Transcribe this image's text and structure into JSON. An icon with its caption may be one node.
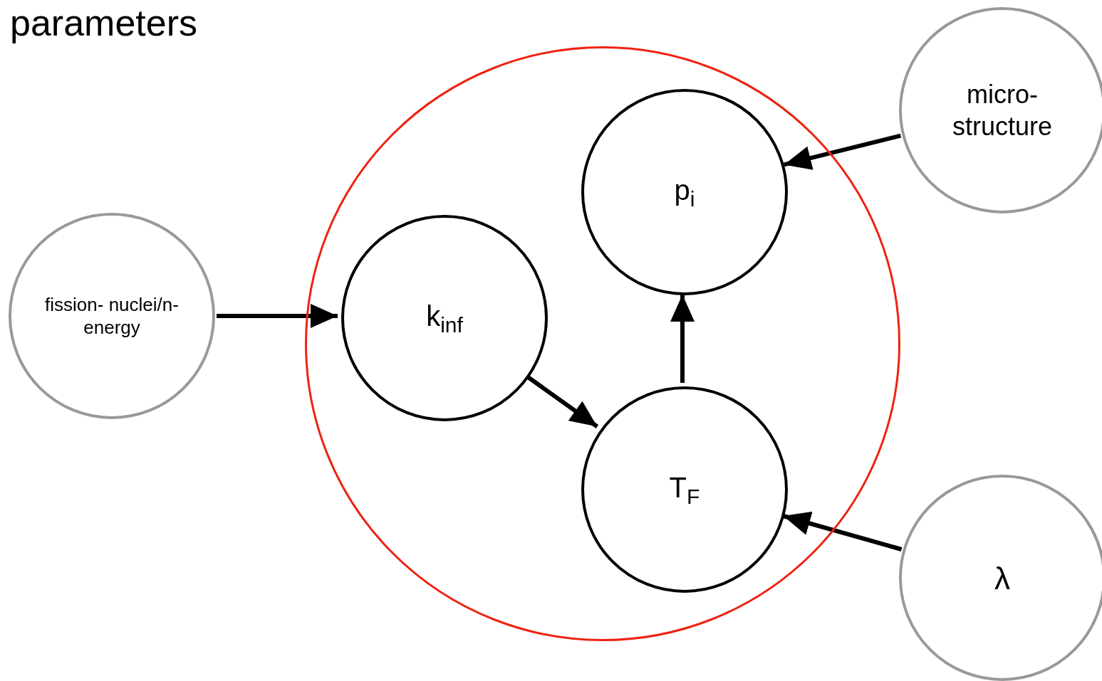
{
  "diagram": {
    "title": "parameters",
    "nodes": [
      {
        "text": [],
        "shape": "circle"
      },
      {
        "text": [
          "p$_{i}$"
        ],
        "in": 0
      },
      {
        "text": [
          "micro- structure"
        ]
      },
      {
        "text": [
          "fission- nuclei/n- energy"
        ]
      },
      {
        "text": [
          "k$_{inf}$"
        ],
        "in": 0
      },
      {
        "text": [
          "T$_{F}$"
        ],
        "in": 0
      },
      {
        "text": [
          "λ"
        ]
      }
    ],
    "edges": [
      {
        "from": 2,
        "to": 1,
        "arrow": "to"
      },
      {
        "from": 3,
        "to": 4,
        "arrow": "to"
      },
      {
        "from": 4,
        "to": 5,
        "arrow": "to"
      },
      {
        "from": 5,
        "to": 1,
        "arrow": "to"
      },
      {
        "from": 6,
        "to": 5,
        "arrow": "to"
      }
    ]
  }
}
